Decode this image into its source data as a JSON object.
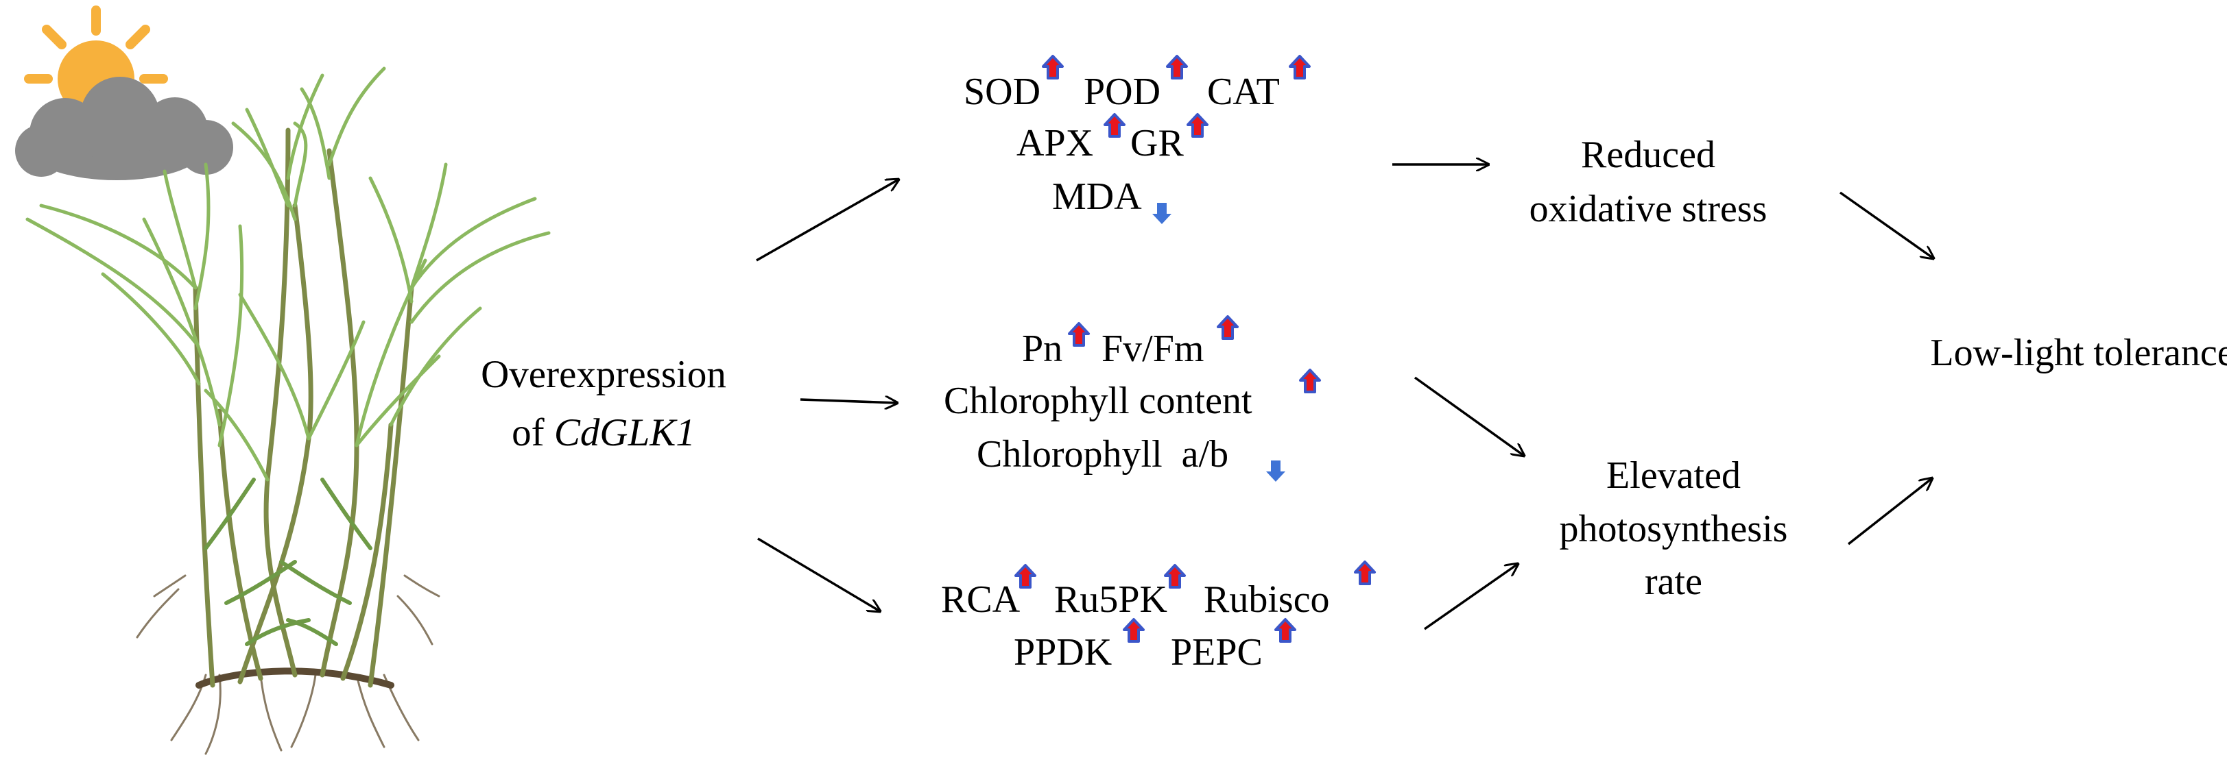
{
  "left_label": {
    "line1": "Overexpression",
    "line2_prefix": "of ",
    "line2_gene": "CdGLK1"
  },
  "antioxidant": {
    "row1": [
      "SOD",
      "POD",
      "CAT"
    ],
    "row2": [
      "APX",
      "GR"
    ],
    "row3": [
      "MDA"
    ]
  },
  "photosystem": {
    "row1": [
      "Pn",
      "Fv/Fm"
    ],
    "row2": "Chlorophyll content",
    "row3": "Chlorophyll  a/b"
  },
  "enzymes": {
    "row1": [
      "RCA",
      "Ru5PK",
      "Rubisco"
    ],
    "row2": [
      "PPDK",
      "PEPC"
    ]
  },
  "outcome_oxidative": {
    "line1": "Reduced",
    "line2": "oxidative stress"
  },
  "outcome_photosynthesis": {
    "line1": "Elevated",
    "line2": "photosynthesis",
    "line3": "rate"
  },
  "final_outcome": "Low-light tolerance",
  "colors": {
    "up_arrow_fill": "#e8161b",
    "up_arrow_outline": "#3b56c9",
    "down_arrow_fill": "#3f73d6",
    "sun": "#f7b13c",
    "cloud": "#8a8a8a",
    "grass_leaf": "#8bb85f",
    "grass_stem": "#7d8a47",
    "root": "#6b5a3e"
  },
  "icons": [
    "sun-cloud-icon",
    "grass-plant-icon",
    "up-arrow-icon",
    "down-arrow-icon"
  ]
}
